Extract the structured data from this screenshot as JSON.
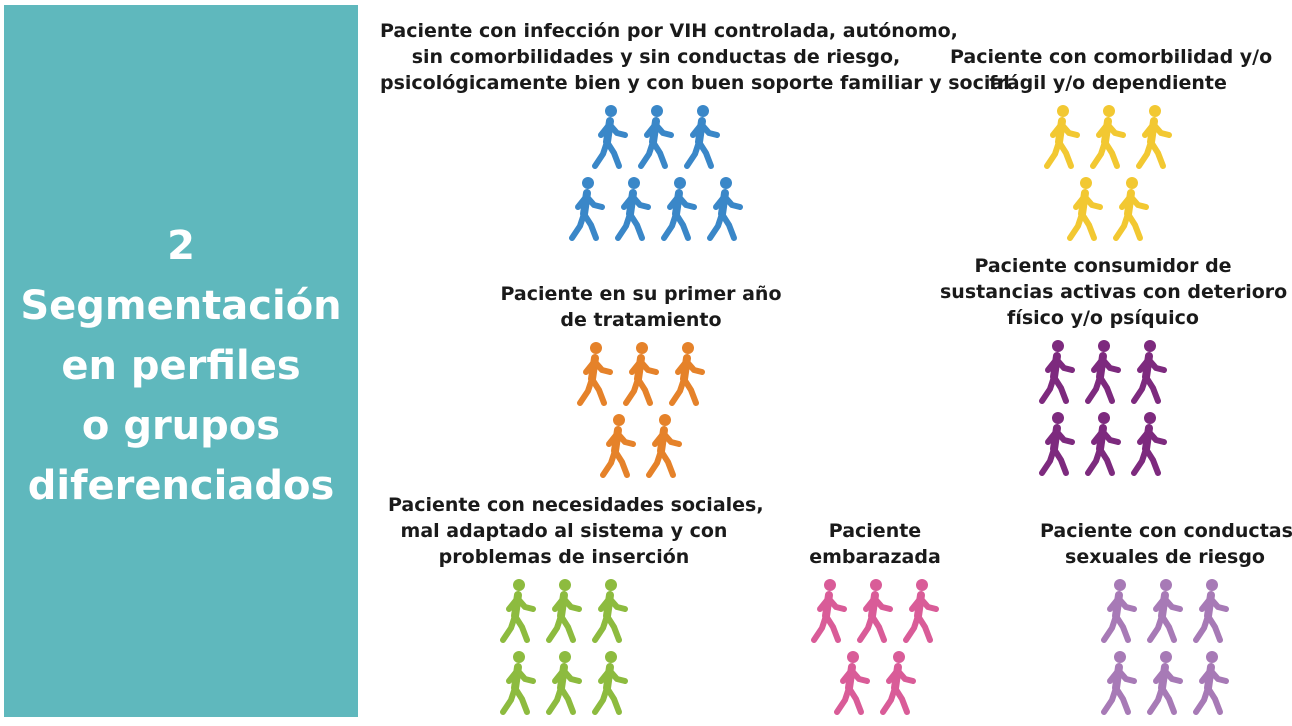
{
  "side_panel": {
    "color": "#5fb8bd",
    "title_lines": [
      "2",
      "Segmentación",
      "en perfiles",
      "o grupos",
      "diferenciados"
    ]
  },
  "figure_icon": "walking-person-icon",
  "groups": [
    {
      "id": "controlled",
      "color": "#3a87c8",
      "label_lines": [
        "Paciente con infección por VIH controlada, autónomo,",
        "sin comorbilidades y sin conductas de riesgo,",
        "psicológicamente bien y con buen soporte familiar y social"
      ],
      "figure_rows": [
        3,
        4
      ]
    },
    {
      "id": "comorbidity",
      "color": "#f2c832",
      "label_lines": [
        "Paciente con comorbilidad y/o",
        "frágil y/o dependiente"
      ],
      "figure_rows": [
        3,
        2
      ]
    },
    {
      "id": "first-year",
      "color": "#e5822a",
      "label_lines": [
        "Paciente en su primer año",
        "de tratamiento"
      ],
      "figure_rows": [
        3,
        2
      ]
    },
    {
      "id": "substances",
      "color": "#7d2a7e",
      "label_lines": [
        "Paciente consumidor de",
        "sustancias activas con deterioro",
        "físico y/o psíquico"
      ],
      "figure_rows": [
        3,
        3
      ]
    },
    {
      "id": "social-needs",
      "color": "#8dbb3f",
      "label_lines": [
        "Paciente con necesidades sociales,",
        "mal adaptado al sistema y con",
        "problemas de inserción"
      ],
      "figure_rows": [
        3,
        3
      ]
    },
    {
      "id": "pregnant",
      "color": "#d95c98",
      "label_lines": [
        "Paciente",
        "embarazada"
      ],
      "figure_rows": [
        3,
        2
      ]
    },
    {
      "id": "sexual-risk",
      "color": "#a77ab6",
      "label_lines": [
        "Paciente con conductas",
        "sexuales de riesgo"
      ],
      "figure_rows": [
        3,
        3
      ]
    }
  ]
}
